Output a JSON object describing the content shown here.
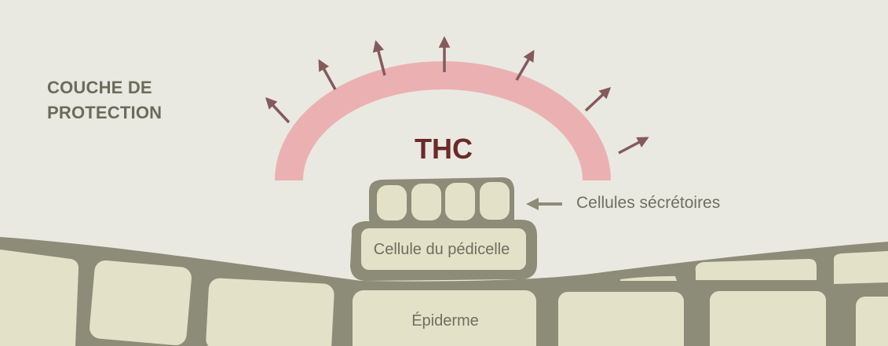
{
  "labels": {
    "protective_layer": "COUCHE DE PROTECTION",
    "thc": "THC",
    "secretory_cells": "Cellules sécrétoires",
    "stalk_cell": "Cellule du pédicelle",
    "epidermis": "Épiderme"
  },
  "colors": {
    "background": "#eae9e1",
    "cell_wall": "#8d8c78",
    "cell_fill": "#e3e2c8",
    "resin_arc": "#ebb1b2",
    "arrow": "#845a5c",
    "thc_text": "#6b2a2a",
    "label_text": "#6e6e60",
    "pointer_arrow": "#8d8c78"
  }
}
